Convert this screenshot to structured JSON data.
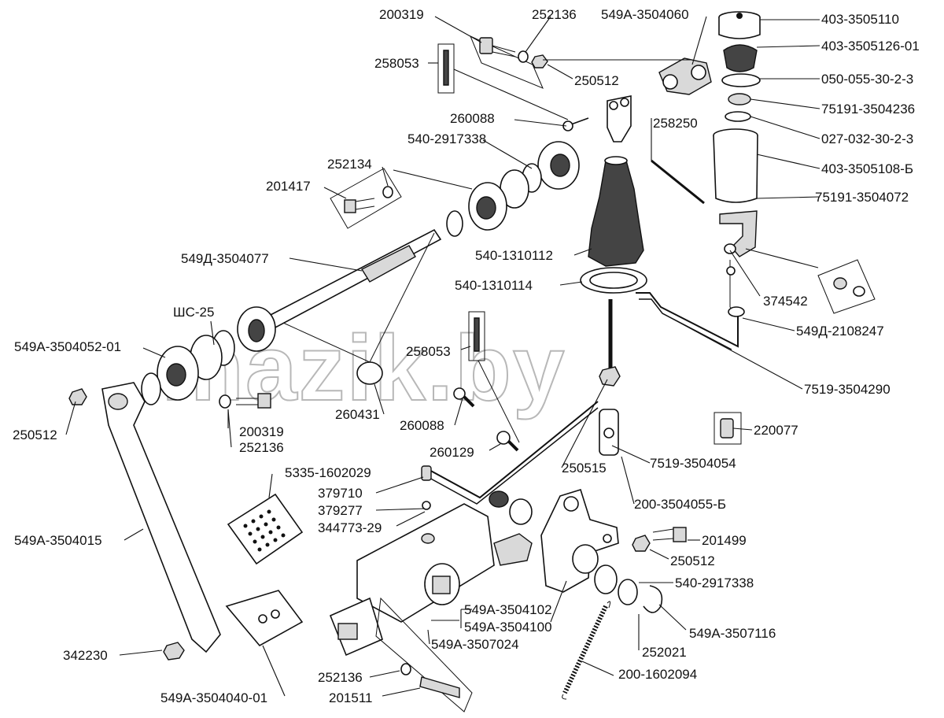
{
  "watermark": "mazik.by",
  "labels": {
    "l200319a": "200319",
    "l252136a": "252136",
    "l549A3504060": "549А-3504060",
    "l4033505110": "403-3505110",
    "l4033505126_01": "403-3505126-01",
    "l258053a": "258053",
    "l250512a": "250512",
    "l050055": "050-055-30-2-3",
    "l75191_3504236": "75191-3504236",
    "l260088a": "260088",
    "l258250": "258250",
    "l027032": "027-032-30-2-3",
    "l540_2917338a": "540-2917338",
    "l4033505108B": "403-3505108-Б",
    "l252134": "252134",
    "l201417": "201417",
    "l75191_3504072": "75191-3504072",
    "l549D3504077": "549Д-3504077",
    "l540_1310112": "540-1310112",
    "l540_1310114": "540-1310114",
    "l374542": "374542",
    "lSHS25": "ШС-25",
    "l549A3504052_01": "549А-3504052-01",
    "l258053b": "258053",
    "l549D2108247": "549Д-2108247",
    "l7519_3504290": "7519-3504290",
    "l250512b": "250512",
    "l260431": "260431",
    "l200319b": "200319",
    "l260088b": "260088",
    "l252136b": "252136",
    "l220077": "220077",
    "l260129": "260129",
    "l250515": "250515",
    "l7519_3504054": "7519-3504054",
    "l5335_1602029": "5335-1602029",
    "l379710": "379710",
    "l200_3504055B": "200-3504055-Б",
    "l379277": "379277",
    "l344773_29": "344773-29",
    "l201499": "201499",
    "l549A3504015": "549А-3504015",
    "l250512c": "250512",
    "l540_2917338b": "540-2917338",
    "l549A3504102": "549А-3504102",
    "l549A3504100": "549А-3504100",
    "l549A3507116": "549А-3507116",
    "l549A3507024": "549А-3507024",
    "l342230": "342230",
    "l252021": "252021",
    "l200_1602094": "200-1602094",
    "l252136c": "252136",
    "l549A3504040_01": "549А-3504040-01",
    "l201511": "201511"
  }
}
